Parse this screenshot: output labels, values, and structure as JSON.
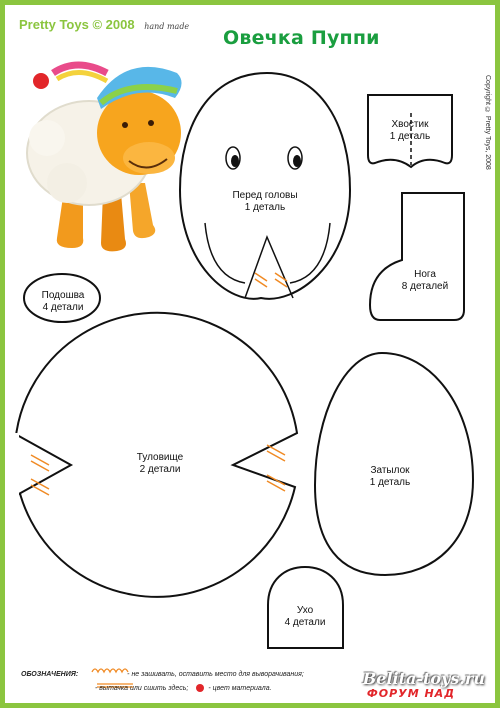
{
  "brand": {
    "name": "Pretty Toys",
    "year": "© 2008",
    "hand": "hand made"
  },
  "title": "Овечка Пуппи",
  "copyright": "Copyright © Pretty Toys, 2008",
  "pieces": {
    "head_front": {
      "line1": "Перед головы",
      "line2": "1 деталь"
    },
    "tail": {
      "line1": "Хвостик",
      "line2": "1 деталь"
    },
    "leg": {
      "line1": "Нога",
      "line2": "8 деталей"
    },
    "sole": {
      "line1": "Подошва",
      "line2": "4 детали"
    },
    "body": {
      "line1": "Туловище",
      "line2": "2 детали"
    },
    "back_head": {
      "line1": "Затылок",
      "line2": "1 деталь"
    },
    "ear": {
      "line1": "Ухо",
      "line2": "4 детали"
    }
  },
  "legend": {
    "heading": "ОБОЗНАЧЕНИЯ:",
    "zigzag_text": "- не зашивать, оставить место для выворачивания;",
    "stitch_text": "- вытачка или сшить здесь;",
    "color_text": "- цвет материала."
  },
  "watermark": {
    "site": "Belita-toys.ru",
    "forum": "ФОРУМ НАД"
  },
  "colors": {
    "border": "#8bc53f",
    "title": "#1a9e3f",
    "marks": "#f08a24",
    "dot": "#e2262a"
  },
  "icons": {
    "photo": "sheep-toy-photo"
  }
}
